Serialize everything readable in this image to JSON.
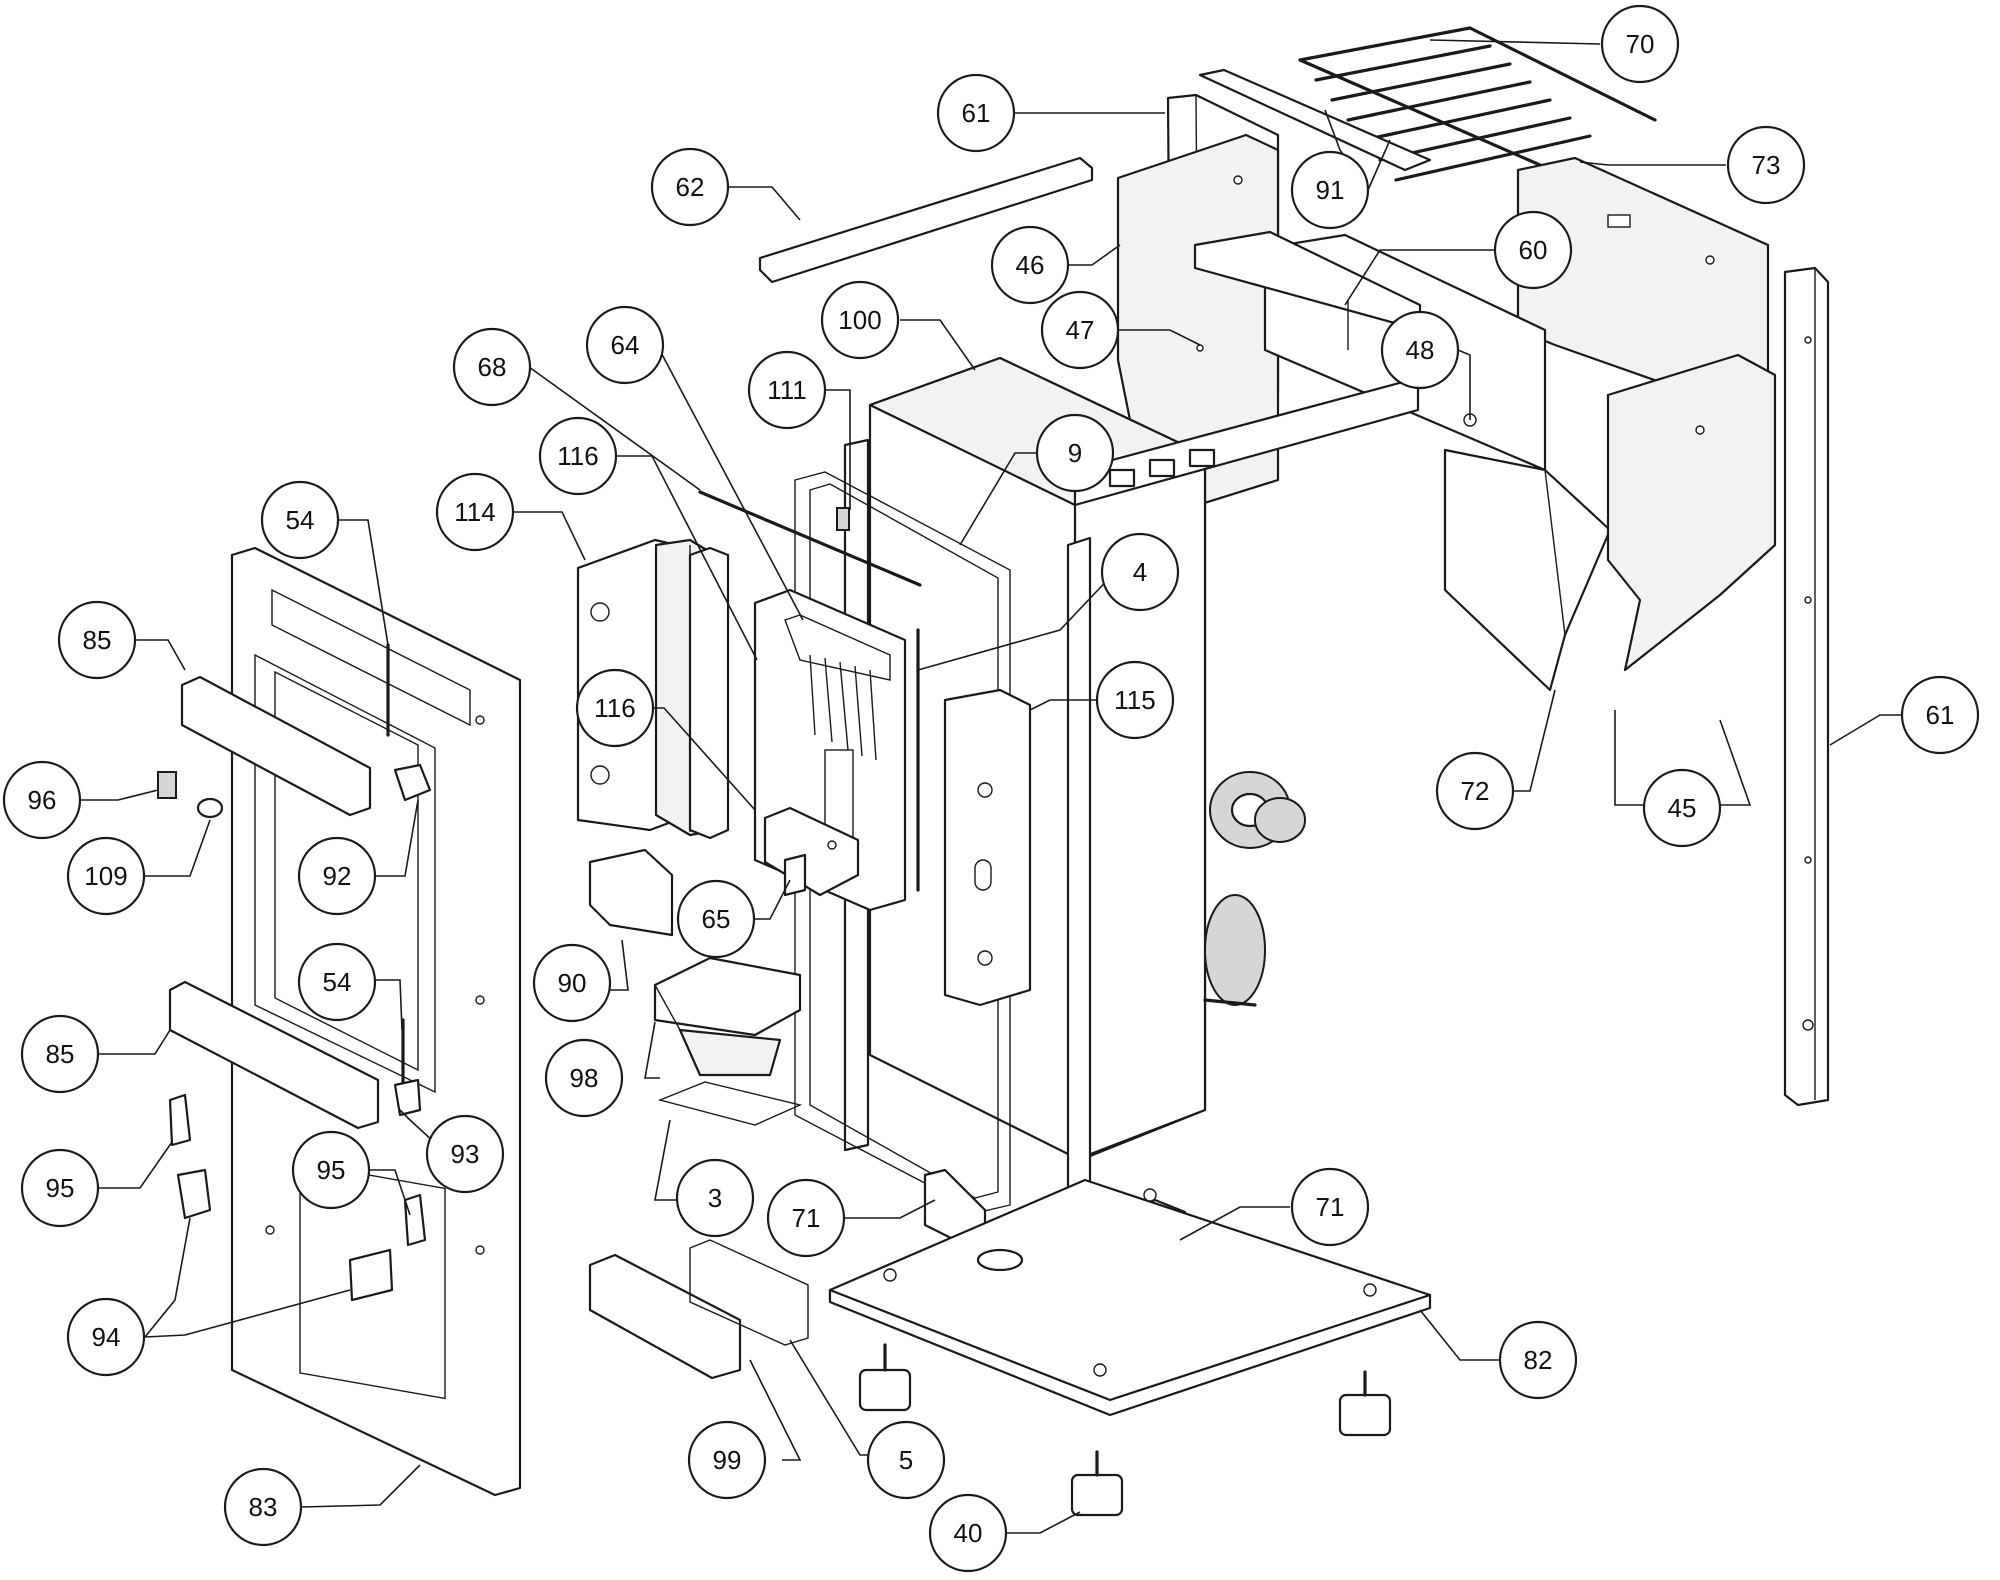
{
  "callouts": [
    {
      "id": "c70",
      "label": "70"
    },
    {
      "id": "c61a",
      "label": "61"
    },
    {
      "id": "c73",
      "label": "73"
    },
    {
      "id": "c62",
      "label": "62"
    },
    {
      "id": "c91",
      "label": "91"
    },
    {
      "id": "c46",
      "label": "46"
    },
    {
      "id": "c60",
      "label": "60"
    },
    {
      "id": "c100",
      "label": "100"
    },
    {
      "id": "c47",
      "label": "47"
    },
    {
      "id": "c48",
      "label": "48"
    },
    {
      "id": "c64",
      "label": "64"
    },
    {
      "id": "c68",
      "label": "68"
    },
    {
      "id": "c111",
      "label": "111"
    },
    {
      "id": "c116a",
      "label": "116"
    },
    {
      "id": "c9",
      "label": "9"
    },
    {
      "id": "c114",
      "label": "114"
    },
    {
      "id": "c54a",
      "label": "54"
    },
    {
      "id": "c4",
      "label": "4"
    },
    {
      "id": "c85a",
      "label": "85"
    },
    {
      "id": "c116b",
      "label": "116"
    },
    {
      "id": "c115",
      "label": "115"
    },
    {
      "id": "c61b",
      "label": "61"
    },
    {
      "id": "c72",
      "label": "72"
    },
    {
      "id": "c96",
      "label": "96"
    },
    {
      "id": "c45",
      "label": "45"
    },
    {
      "id": "c109",
      "label": "109"
    },
    {
      "id": "c92",
      "label": "92"
    },
    {
      "id": "c65",
      "label": "65"
    },
    {
      "id": "c90",
      "label": "90"
    },
    {
      "id": "c54b",
      "label": "54"
    },
    {
      "id": "c85b",
      "label": "85"
    },
    {
      "id": "c98",
      "label": "98"
    },
    {
      "id": "c93",
      "label": "93"
    },
    {
      "id": "c95a",
      "label": "95"
    },
    {
      "id": "c95b",
      "label": "95"
    },
    {
      "id": "c3",
      "label": "3"
    },
    {
      "id": "c71a",
      "label": "71"
    },
    {
      "id": "c71b",
      "label": "71"
    },
    {
      "id": "c94",
      "label": "94"
    },
    {
      "id": "c82",
      "label": "82"
    },
    {
      "id": "c99",
      "label": "99"
    },
    {
      "id": "c5",
      "label": "5"
    },
    {
      "id": "c83",
      "label": "83"
    },
    {
      "id": "c40",
      "label": "40"
    }
  ]
}
